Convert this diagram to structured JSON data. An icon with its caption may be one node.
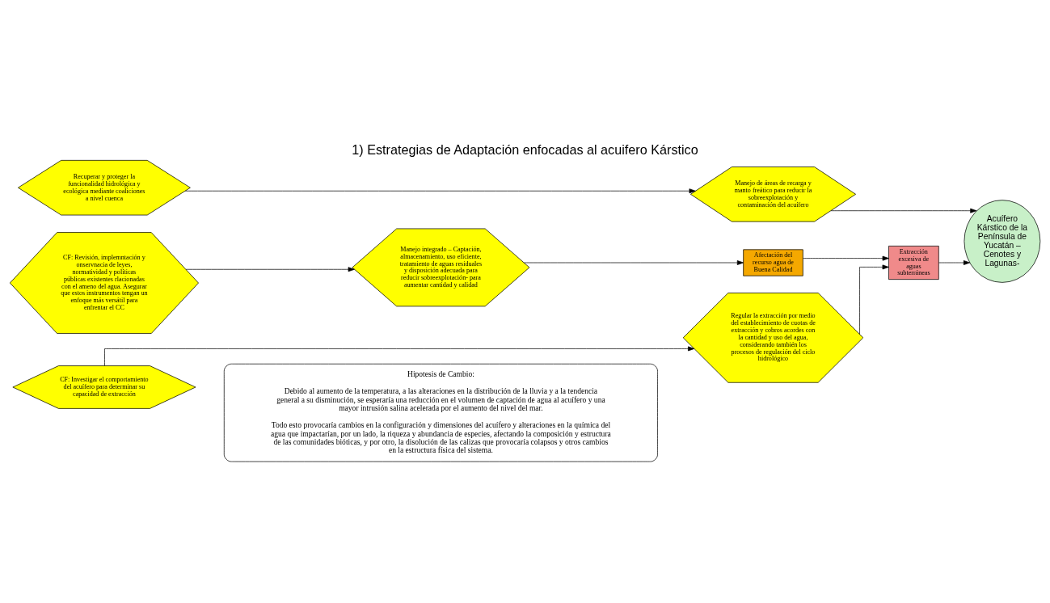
{
  "diagram": {
    "title": "1) Estrategias de Adaptación enfocadas al acuifero Kárstico",
    "nodes": [
      {
        "text": [
          "Recuperar y proteger la funcionalidad hidrológica y ecológica mediante coaliciones a nivel cuenca"
        ]
      },
      {
        "text": [
          "Manejo de áreas de recarga y manto freático para reducir la sobreexplotación y contaminación del acuífero"
        ]
      },
      {
        "text": [
          "CF: Revisión, implemntación y onservnacia de leyes, normatividad y políticas públicas existentes rlacionadas con el ameno del agua. Asegurar que estos instrumentos tengan un enfoque más versátil para enfrentar el CC"
        ]
      },
      {
        "text": [
          "Manejo integrado – Captación, almacenamiento, uso eficiente, tratamiento de aguas residuales y disposición adecuada para reducir sobreexplotación- para aumentar cantidad y calidad"
        ]
      },
      {
        "text": [
          "Afectación del recurso agua de Buena Calidad"
        ]
      },
      {
        "text": [
          "CF: Investigar el comportamiento del acuífero para determinar su capacidad de extracción"
        ]
      },
      {
        "text": [
          "Regular la extracción por medio del establecimiento de cuotas de extracción y cobros acordes con la cantidad y uso del agua, considerando también los procesos de regulación del ciclo hidrológico"
        ]
      },
      {
        "text": [
          "Extracción excesiva de aguas subterráneas"
        ]
      },
      {
        "text": [
          "Acuífero Kárstico de la Península de Yucatán – Cenotes y Lagunas-"
        ]
      },
      {
        "text": [
          "Hipotesis de Cambio:",
          "Debido al aumento de la temperatura, a las alteraciones en la distribución de la lluvia y a la tendencia general a su disminución, se esperaría una reducción en el volumen de captación de agua al acuífero y una mayor intrusión salina acelerada por el aumento del nivel del mar.",
          "Todo esto provocaría cambios en la configuración y dimensiones del acuífero y alteraciones en la química del agua que impactarían, por un lado, la riqueza y abundancia de especies, afectando la composición y estructura de las comunidades bióticas, y por otro, la disolución de las calizas que provocaría colapsos y otros cambios en la estructura física del sistema."
        ]
      }
    ],
    "edges": [
      {
        "from": 0,
        "to": 1,
        "arrow": "to"
      },
      {
        "from": 1,
        "to": 8,
        "arrow": "to"
      },
      {
        "from": 2,
        "to": 3,
        "arrow": "to"
      },
      {
        "from": 3,
        "to": 4,
        "arrow": "to"
      },
      {
        "from": 4,
        "to": 7,
        "arrow": "to"
      },
      {
        "from": 5,
        "to": 6,
        "arrow": "to"
      },
      {
        "from": 6,
        "to": 7,
        "arrow": "to"
      },
      {
        "from": 7,
        "to": 8,
        "arrow": "to"
      }
    ]
  }
}
